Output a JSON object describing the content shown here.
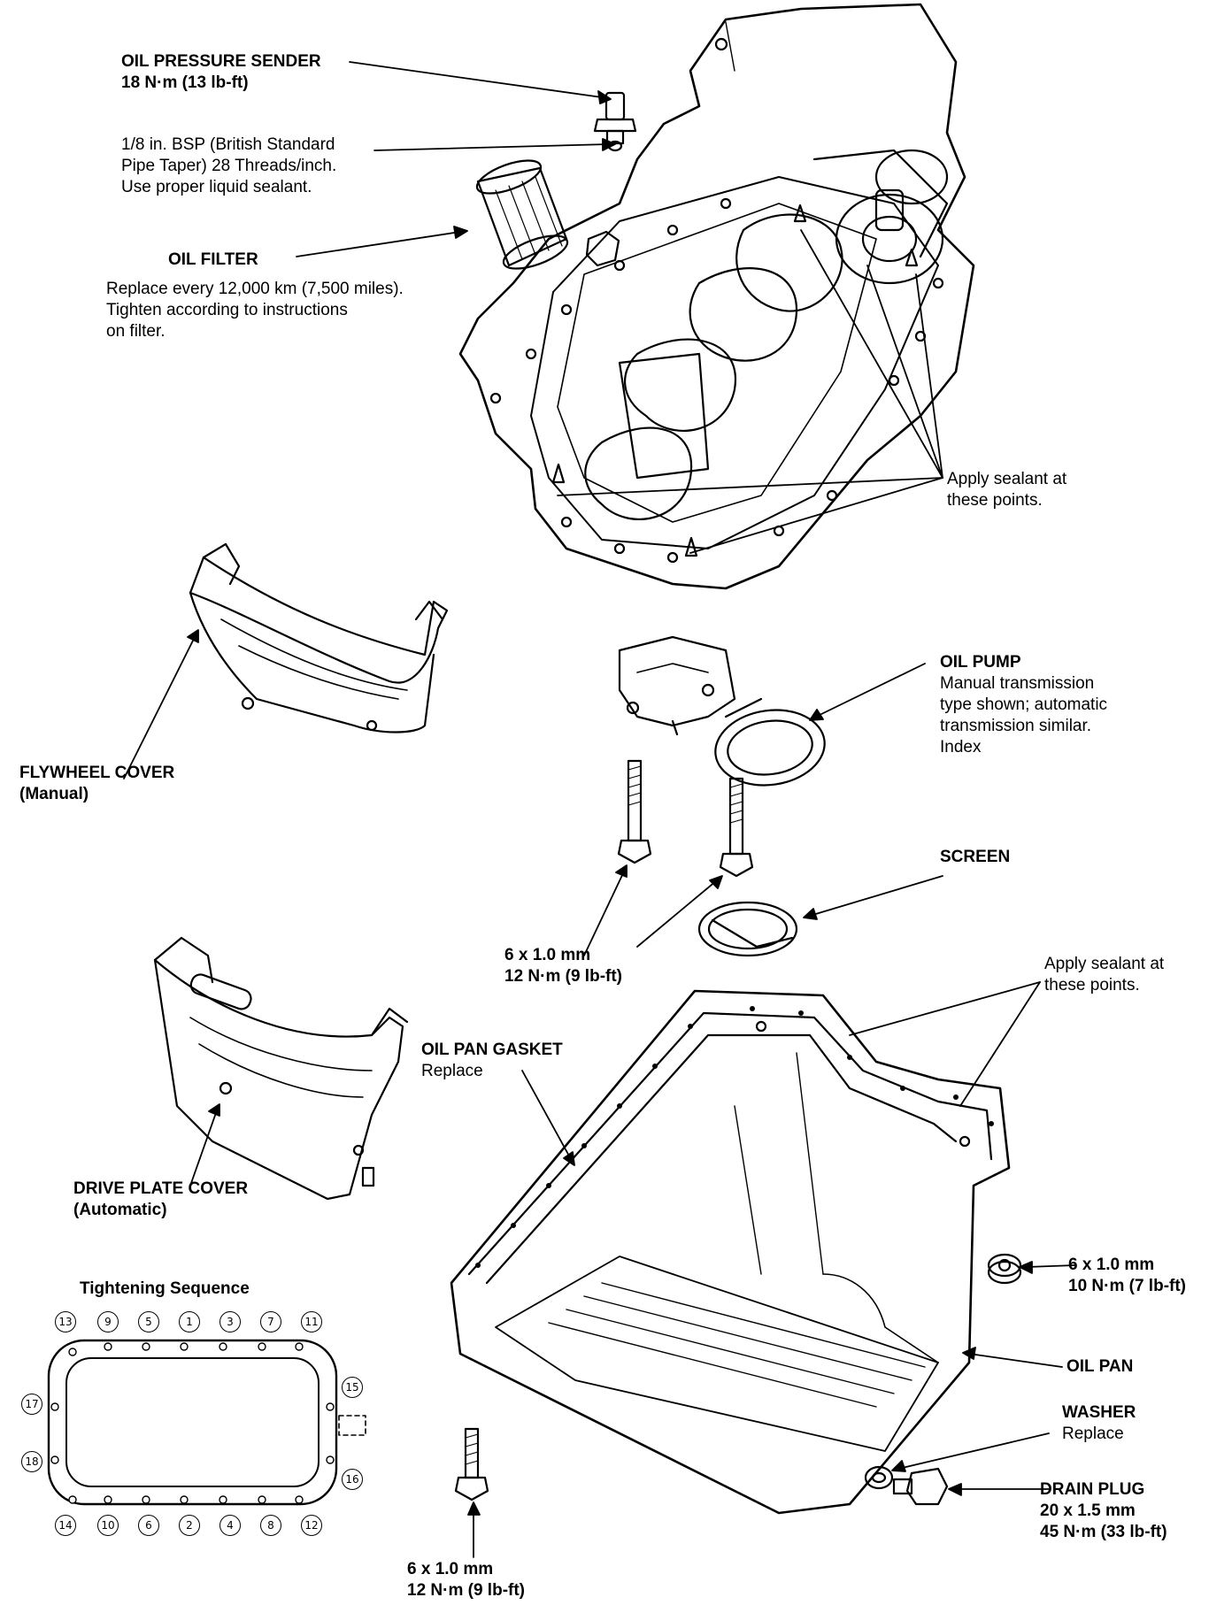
{
  "labels": {
    "oil_pressure_sender": "OIL PRESSURE SENDER",
    "oil_pressure_sender_torque": "18 N·m (13 lb-ft)",
    "bsp_line1": "1/8 in. BSP (British Standard",
    "bsp_line2": "Pipe Taper) 28 Threads/inch.",
    "bsp_line3": "Use proper liquid sealant.",
    "oil_filter": "OIL FILTER",
    "oil_filter_line1": "Replace every 12,000 km (7,500 miles).",
    "oil_filter_line2": "Tighten according to instructions",
    "oil_filter_line3": "on filter.",
    "sealant_top_line1": "Apply sealant at",
    "sealant_top_line2": "these points.",
    "oil_pump": "OIL PUMP",
    "oil_pump_line1": "Manual transmission",
    "oil_pump_line2": "type shown; automatic",
    "oil_pump_line3": "transmission similar.",
    "oil_pump_line4": "Index",
    "flywheel_cover": "FLYWHEEL COVER",
    "flywheel_cover_sub": "(Manual)",
    "screen": "SCREEN",
    "pump_bolt_size": "6 x 1.0 mm",
    "pump_bolt_torque": "12 N·m (9 lb-ft)",
    "sealant_pan_line1": "Apply sealant at",
    "sealant_pan_line2": "these points.",
    "oil_pan_gasket": "OIL PAN GASKET",
    "oil_pan_gasket_sub": "Replace",
    "drive_plate_cover": "DRIVE PLATE COVER",
    "drive_plate_cover_sub": "(Automatic)",
    "tightening_sequence": "Tightening Sequence",
    "nut_size": "6 x 1.0 mm",
    "nut_torque": "10 N·m (7 lb-ft)",
    "oil_pan": "OIL PAN",
    "washer": "WASHER",
    "washer_sub": "Replace",
    "drain_plug": "DRAIN PLUG",
    "drain_plug_size": "20 x 1.5 mm",
    "drain_plug_torque": "45 N·m (33 lb-ft)",
    "pan_bolt_size": "6 x 1.0 mm",
    "pan_bolt_torque": "12 N·m (9 lb-ft)"
  },
  "sequence": {
    "top": [
      "13",
      "9",
      "5",
      "1",
      "3",
      "7",
      "11"
    ],
    "bottom": [
      "14",
      "10",
      "6",
      "2",
      "4",
      "8",
      "12"
    ],
    "left": [
      "17",
      "18"
    ],
    "right": [
      "15",
      "16"
    ]
  }
}
